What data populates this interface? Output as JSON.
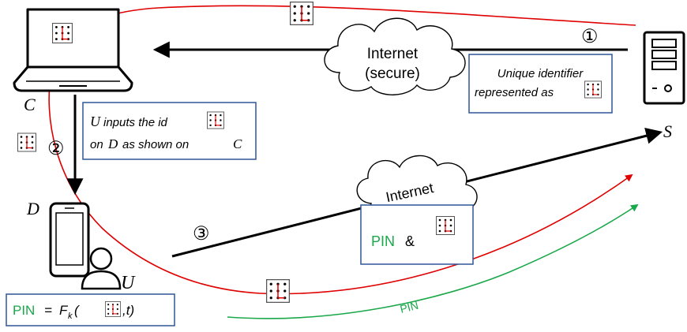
{
  "labels": {
    "client": "C",
    "server": "S",
    "device": "D",
    "user": "U"
  },
  "clouds": {
    "secure_line1": "Internet",
    "secure_line2": "(secure)",
    "plain": "Internet"
  },
  "steps": {
    "step1": "①",
    "step2": "②",
    "step3": "③"
  },
  "boxes": {
    "unique_line1": "Unique identifier",
    "unique_line2": "represented as",
    "input_line1_prefix": "inputs the id",
    "input_line2_prefix": "on",
    "input_line2_suffix": "as shown on",
    "pin_amp_pin": "PIN",
    "pin_amp_amp": "&",
    "formula_pin": "PIN",
    "formula_eq": "=",
    "formula_f": "F",
    "formula_k": "k",
    "formula_open": "(",
    "formula_tail": ",t)"
  },
  "curve_labels": {
    "green_pin": "PIN"
  },
  "colors": {
    "red": "#e00000",
    "green": "#1aa84a",
    "box_border": "#2f5597",
    "black": "#000000"
  }
}
